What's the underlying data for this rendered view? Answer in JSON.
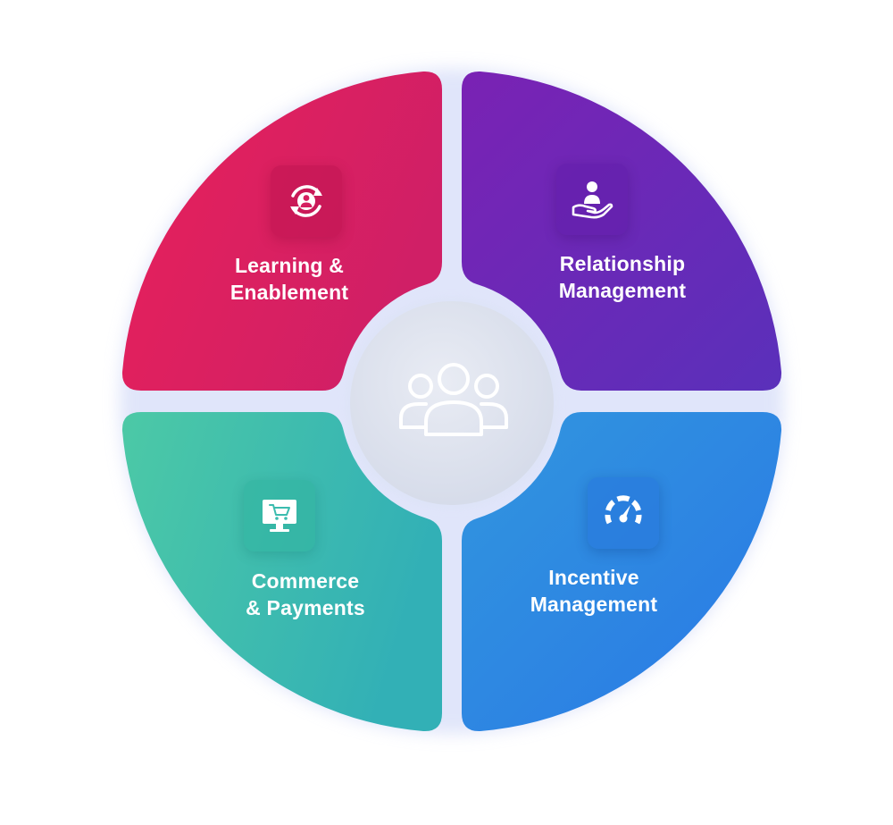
{
  "colors": {
    "learning": [
      "#E5205A",
      "#D21F66"
    ],
    "relationship": [
      "#7524B5",
      "#5F2DB8"
    ],
    "commerce": [
      "#4AC7A8",
      "#33B3B5"
    ],
    "incentive": [
      "#2F8FE0",
      "#2B7BE4"
    ],
    "center": "#DDE2EE",
    "glow": "#C9D3F5"
  },
  "center": {
    "icon": "users-group-icon"
  },
  "quadrants": {
    "learning": {
      "icon": "user-cycle-icon",
      "line1": "Learning &",
      "line2": "Enablement"
    },
    "relationship": {
      "icon": "hand-person-icon",
      "line1": "Relationship",
      "line2": "Management"
    },
    "commerce": {
      "icon": "monitor-cart-icon",
      "line1": "Commerce",
      "line2": "& Payments"
    },
    "incentive": {
      "icon": "speedometer-icon",
      "line1": "Incentive",
      "line2": "Management"
    }
  }
}
